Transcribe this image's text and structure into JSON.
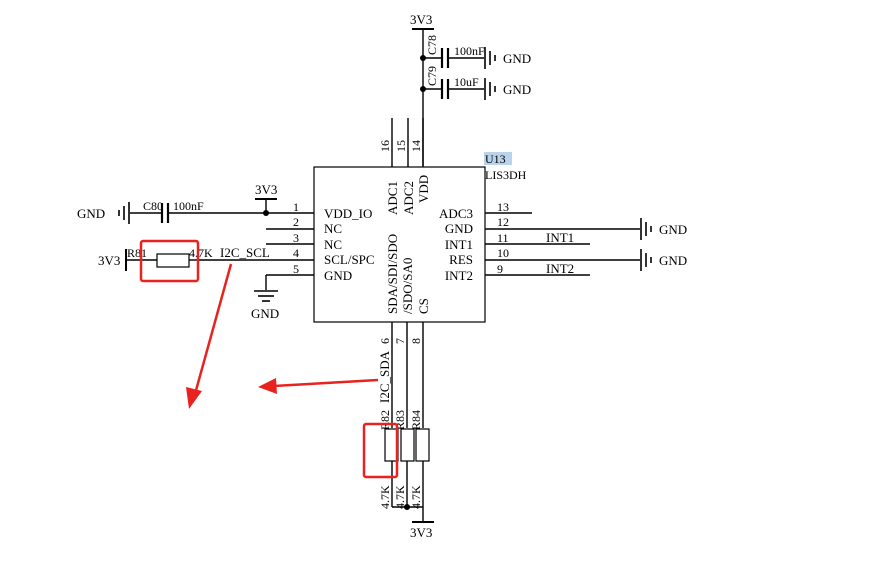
{
  "ic": {
    "ref": "U13",
    "part": "LIS3DH",
    "left_pins": [
      {
        "num": "1",
        "name": "VDD_IO"
      },
      {
        "num": "2",
        "name": "NC"
      },
      {
        "num": "3",
        "name": "NC"
      },
      {
        "num": "4",
        "name": "SCL/SPC"
      },
      {
        "num": "5",
        "name": "GND"
      }
    ],
    "right_pins": [
      {
        "num": "13",
        "name": "ADC3"
      },
      {
        "num": "12",
        "name": "GND"
      },
      {
        "num": "11",
        "name": "INT1"
      },
      {
        "num": "10",
        "name": "RES"
      },
      {
        "num": "9",
        "name": "INT2"
      }
    ],
    "top_pins": [
      {
        "num": "16",
        "name": "ADC1"
      },
      {
        "num": "15",
        "name": "ADC2"
      },
      {
        "num": "14",
        "name": "VDD"
      }
    ],
    "bottom_pins": [
      {
        "num": "6",
        "name": "SDA/SDI/SDO"
      },
      {
        "num": "7",
        "name": "/SDO/SA0"
      },
      {
        "num": "8",
        "name": "CS"
      }
    ]
  },
  "components": {
    "c78": {
      "ref": "C78",
      "value": "100nF"
    },
    "c79": {
      "ref": "C79",
      "value": "10uF"
    },
    "c80": {
      "ref": "C80",
      "value": "100nF"
    },
    "r81": {
      "ref": "R81",
      "value": "4.7K"
    },
    "r82": {
      "ref": "R82",
      "value": "4.7K"
    },
    "r83": {
      "ref": "R83",
      "value": "4.7K"
    },
    "r84": {
      "ref": "R84",
      "value": "4.7K"
    }
  },
  "nets": {
    "power": "3V3",
    "ground": "GND",
    "i2c_scl": "I2C_SCL",
    "i2c_sda": "I2C_SDA",
    "int1": "INT1",
    "int2": "INT2"
  },
  "colors": {
    "wire": "#000000",
    "annotation": "#e8231f",
    "ref_highlight": "#b9d3ea",
    "background": "#ffffff"
  }
}
